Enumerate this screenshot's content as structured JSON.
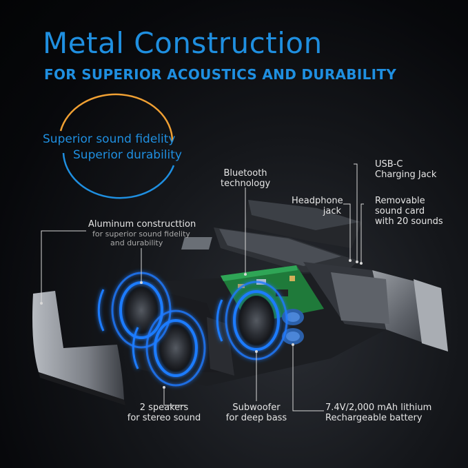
{
  "header": {
    "title": "Metal Construction",
    "subtitle": "FOR SUPERIOR ACOUSTICS AND DURABILITY"
  },
  "badge": {
    "line1": "Superior sound fidelity",
    "line2": "Superior durability"
  },
  "callouts": {
    "aluminum": {
      "title": "Aluminum constructtion",
      "sub1": "for superior sound fidelity",
      "sub2": "and durability"
    },
    "bluetooth": {
      "line1": "Bluetooth",
      "line2": "technology"
    },
    "headphone": {
      "line1": "Headphone",
      "line2": "jack"
    },
    "usbc": {
      "line1": "USB-C",
      "line2": "Charging Jack"
    },
    "soundcard": {
      "line1": "Removable",
      "line2": "sound card",
      "line3": "with 20 sounds"
    },
    "speakers": {
      "line1": "2 speakers",
      "line2": "for stereo sound"
    },
    "subwoofer": {
      "line1": "Subwoofer",
      "line2": "for deep bass"
    },
    "battery": {
      "line1": "7.4V/2,000 mAh lithium",
      "line2": "Rechargeable battery"
    }
  },
  "colors": {
    "accent_blue": "#1f8fe0",
    "accent_orange": "#f0a033",
    "glow_blue": "#1e7bff"
  }
}
